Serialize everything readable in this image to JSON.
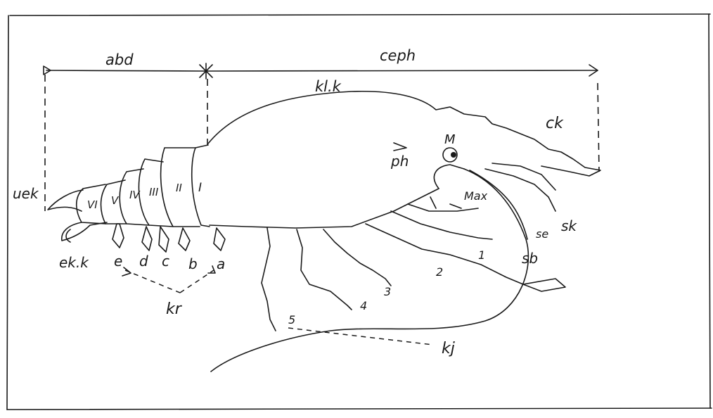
{
  "diagram": {
    "ink_color": "#1a1a1a",
    "paper_color": "#ffffff",
    "labels": {
      "abd": "abd",
      "ceph": "ceph",
      "kl_k": "kl.k",
      "ck": "ck",
      "uek": "uek",
      "ph": "ph",
      "m": "M",
      "max": "Max",
      "se": "se",
      "sk": "sk",
      "sb": "sb",
      "ek_k": "ek.k",
      "kr": "kr",
      "kj": "kj"
    },
    "segments": [
      "VI",
      "V",
      "IV",
      "III",
      "II",
      "I"
    ],
    "pleopods": [
      "e",
      "d",
      "c",
      "b",
      "a"
    ],
    "legs": [
      "1",
      "2",
      "3",
      "4",
      "5"
    ]
  }
}
